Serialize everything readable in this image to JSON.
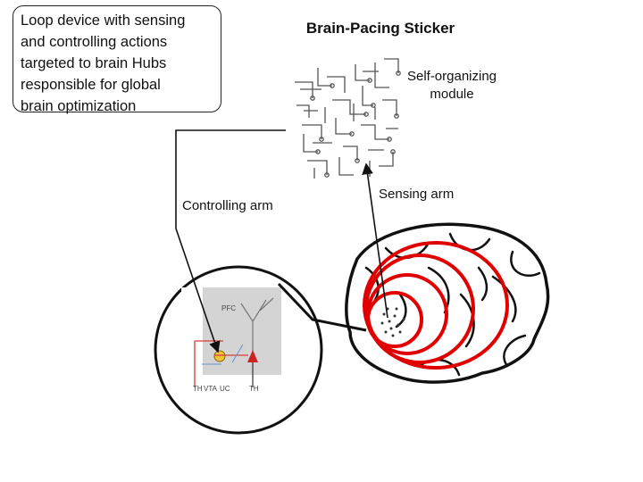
{
  "callout": {
    "lines": [
      "Loop device with sensing",
      "and controlling actions",
      "targeted to brain Hubs",
      "responsible for global",
      "brain optimization"
    ]
  },
  "title": "Brain-Pacing Sticker",
  "labels": {
    "module_line1": "Self-organizing",
    "module_line2": "module",
    "sensing": "Sensing arm",
    "controlling": "Controlling arm"
  },
  "inset": {
    "region": "PFC",
    "bottom_labels": [
      "TH",
      "VTA",
      "UC",
      "TH"
    ]
  },
  "colors": {
    "rings": "#e00000",
    "brain_outline": "#111111",
    "inset_bg": "#d4d4d4"
  },
  "icons": [
    "circuit-chip-icon",
    "brain-icon",
    "neuron-diagram-icon"
  ]
}
